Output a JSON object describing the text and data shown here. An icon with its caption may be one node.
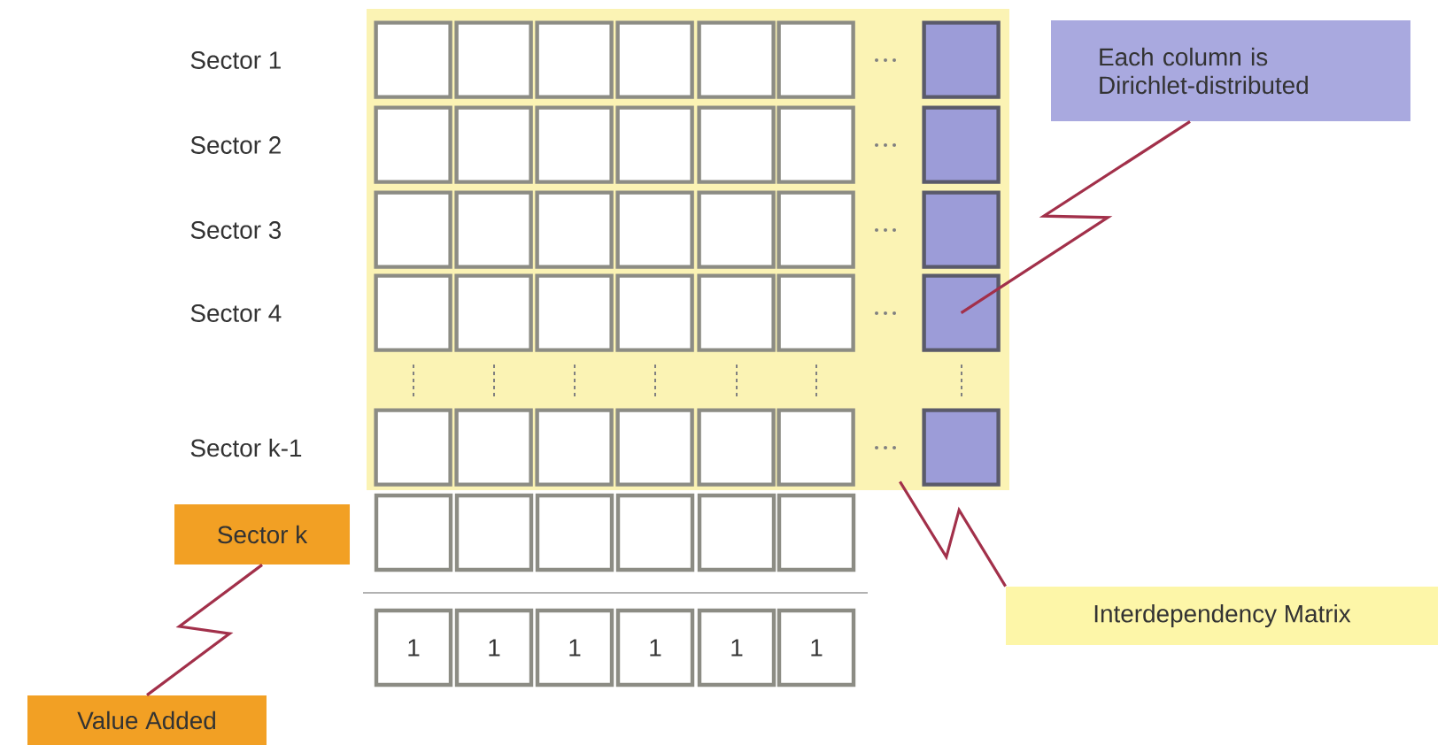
{
  "diagram": {
    "nodes": [
      {
        "text": [],
        "shape": "box"
      },
      {
        "text": [],
        "shape": "box",
        "in": 0
      },
      {
        "text": [],
        "shape": "box",
        "in": 0
      },
      {
        "text": [],
        "shape": "box",
        "in": 0
      },
      {
        "text": [],
        "shape": "box",
        "in": 0
      },
      {
        "text": [],
        "shape": "box",
        "in": 0
      },
      {
        "text": [],
        "shape": "box",
        "in": 0
      },
      {
        "text": [],
        "shape": "box",
        "in": 0
      },
      {
        "text": [],
        "shape": "box",
        "in": 0
      },
      {
        "text": [],
        "shape": "box",
        "in": 0
      },
      {
        "text": [],
        "shape": "box",
        "in": 0
      },
      {
        "text": [],
        "shape": "box",
        "in": 0
      },
      {
        "text": [],
        "shape": "box",
        "in": 0
      },
      {
        "text": [],
        "shape": "box",
        "in": 0
      },
      {
        "text": [],
        "shape": "box",
        "in": 0
      },
      {
        "text": [],
        "shape": "box",
        "in": 0
      },
      {
        "text": [],
        "shape": "box",
        "in": 0
      },
      {
        "text": [],
        "shape": "box",
        "in": 0
      },
      {
        "text": [],
        "shape": "box",
        "in": 0
      },
      {
        "text": [],
        "shape": "box",
        "in": 0
      },
      {
        "text": [],
        "shape": "box",
        "in": 0
      },
      {
        "text": [],
        "shape": "box",
        "in": 0
      },
      {
        "text": [],
        "shape": "box",
        "in": 0
      },
      {
        "text": [],
        "shape": "box",
        "in": 0
      },
      {
        "text": [],
        "shape": "box",
        "in": 0
      },
      {
        "text": [],
        "shape": "box",
        "in": 0
      },
      {
        "text": [],
        "shape": "box",
        "in": 0
      },
      {
        "text": [],
        "shape": "box",
        "in": 0
      },
      {
        "text": [],
        "shape": "box",
        "in": 0
      },
      {
        "text": [],
        "shape": "box",
        "in": 0
      },
      {
        "text": [],
        "shape": "box",
        "in": 0
      },
      {
        "text": [],
        "shape": "box",
        "in": 0
      },
      {
        "text": [],
        "shape": "box",
        "in": 0
      },
      {
        "text": [],
        "shape": "box",
        "in": 0
      },
      {
        "text": [],
        "shape": "box",
        "in": 0
      },
      {
        "text": [],
        "shape": "box",
        "in": 0
      },
      {
        "text": [
          "Each column is Dirichlet-distributed"
        ]
      },
      {
        "text": [
          "Sector k"
        ]
      },
      {
        "text": [],
        "shape": "box"
      },
      {
        "text": [],
        "shape": "box"
      },
      {
        "text": [],
        "shape": "box"
      },
      {
        "text": [],
        "shape": "box"
      },
      {
        "text": [],
        "shape": "box"
      },
      {
        "text": [],
        "shape": "box"
      },
      {
        "text": [
          "1"
        ]
      },
      {
        "text": [
          "1"
        ]
      },
      {
        "text": [
          "1"
        ]
      },
      {
        "text": [
          "1"
        ]
      },
      {
        "text": [
          "1"
        ]
      },
      {
        "text": [
          "1"
        ]
      },
      {
        "text": [
          "Interdependency Matrix"
        ]
      },
      {
        "text": [
          "Value Added"
        ]
      }
    ],
    "edges": [
      {
        "from": 36,
        "to": 28,
        "arrow": "none"
      },
      {
        "from": 50,
        "to": 0,
        "arrow": "none"
      },
      {
        "from": 51,
        "to": 37,
        "arrow": "none"
      }
    ],
    "labels": [
      "Sector 1",
      "Sector 2",
      "Sector 3",
      "Sector 4",
      "Sector k-1"
    ]
  }
}
